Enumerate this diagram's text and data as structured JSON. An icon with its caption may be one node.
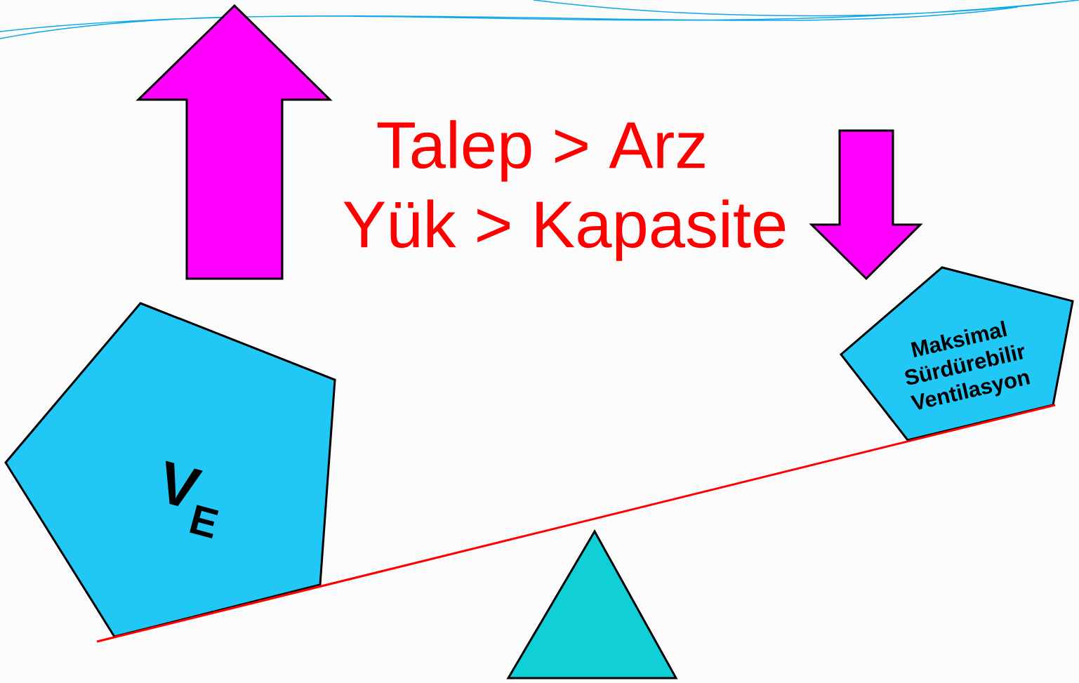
{
  "diagram": {
    "nodes": [
      {
        "text": [
          "V$_{E}$"
        ]
      },
      {
        "text": [
          "Maksimal Sürdürebilir Ventilasyon"
        ]
      },
      {
        "text": [],
        "shape": "triangle"
      }
    ],
    "edges": [],
    "labels": [
      "Talep > Arz",
      "Yük > Kapasite"
    ]
  }
}
